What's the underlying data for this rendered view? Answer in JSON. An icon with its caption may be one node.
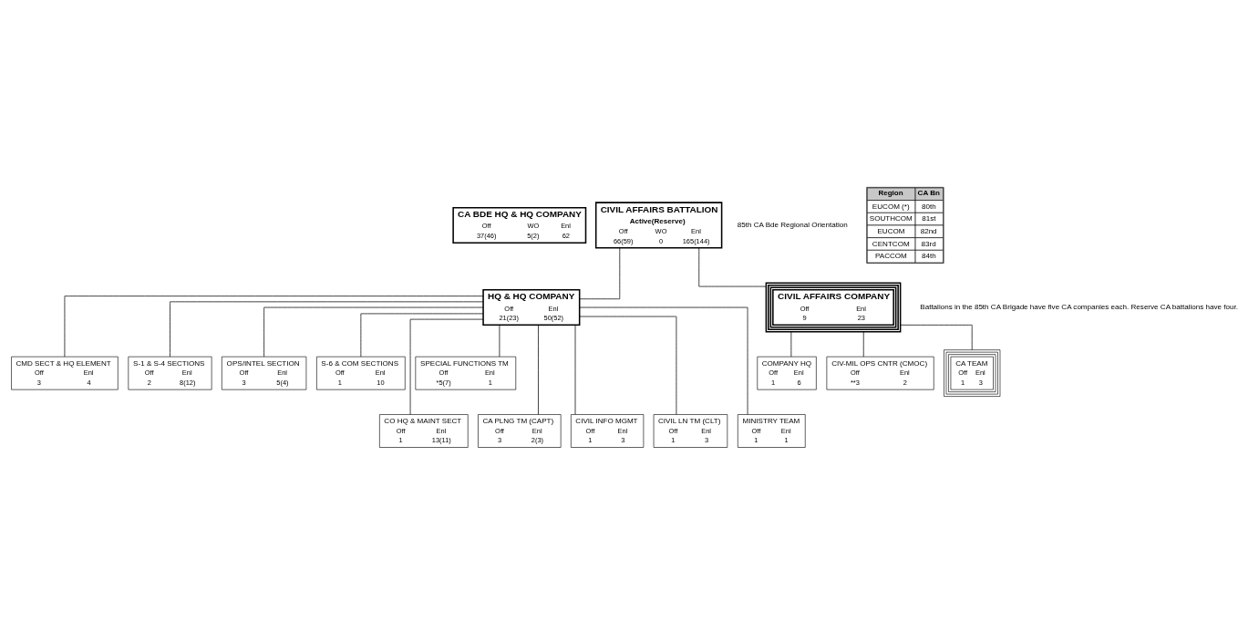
{
  "diagram": {
    "nodes": [
      {
        "text": [
          "CA BDE HQ & HQ COMPANY",
          "Off",
          "WO",
          "Enl",
          "37(46)",
          "5(2)",
          "62"
        ]
      },
      {
        "text": [
          "CIVIL AFFAIRS BATTALION",
          "Active(Reserve)",
          "Off",
          "WO",
          "Enl",
          "66(59)",
          "0",
          "165(144)"
        ]
      },
      {
        "text": [
          "HQ & HQ COMPANY",
          "Off",
          "Enl",
          "21(23)",
          "50(52)"
        ]
      },
      {
        "text": [
          "CIVIL AFFAIRS COMPANY",
          "Off",
          "Enl",
          "9",
          "23"
        ]
      },
      {
        "text": [
          "CMD SECT & HQ ELEMENT",
          "Off",
          "Enl",
          "3",
          "4"
        ]
      },
      {
        "text": [
          "S-1 & S-4 SECTIONS",
          "Off",
          "Enl",
          "2",
          "8(12)"
        ]
      },
      {
        "text": [
          "OPS/INTEL SECTION",
          "Off",
          "Enl",
          "3",
          "5(4)"
        ]
      },
      {
        "text": [
          "S-6 & COM SECTIONS",
          "Off",
          "Enl",
          "1",
          "10"
        ]
      },
      {
        "text": [
          "SPECIAL FUNCTIONS TM",
          "Off",
          "Enl",
          "*5(7)",
          "1"
        ]
      },
      {
        "text": [
          "CO HQ & MAINT SECT",
          "Off",
          "Enl",
          "1",
          "13(11)"
        ]
      },
      {
        "text": [
          "CA PLNG TM (CAPT)",
          "Off",
          "Enl",
          "3",
          "2(3)"
        ]
      },
      {
        "text": [
          "CIVIL INFO MGMT",
          "Off",
          "Enl",
          "1",
          "3"
        ]
      },
      {
        "text": [
          "CIVIL LN TM (CLT)",
          "Off",
          "Enl",
          "1",
          "3"
        ]
      },
      {
        "text": [
          "MINISTRY TEAM",
          "Off",
          "Enl",
          "1",
          "1"
        ]
      },
      {
        "text": [
          "COMPANY HQ",
          "Off",
          "Enl",
          "1",
          "6"
        ]
      },
      {
        "text": [
          "CIV-MIL OPS CNTR (CMOC)",
          "Off",
          "Enl",
          "**3",
          "2"
        ]
      },
      {
        "text": [
          "CA TEAM",
          "Off",
          "Enl",
          "1",
          "3"
        ]
      }
    ],
    "edges": [
      {
        "from": 1,
        "to": 2,
        "arrow": "none"
      },
      {
        "from": 1,
        "to": 3,
        "arrow": "none"
      },
      {
        "from": 2,
        "to": 4,
        "arrow": "none"
      },
      {
        "from": 2,
        "to": 5,
        "arrow": "none"
      },
      {
        "from": 2,
        "to": 6,
        "arrow": "none"
      },
      {
        "from": 2,
        "to": 7,
        "arrow": "none"
      },
      {
        "from": 2,
        "to": 8,
        "arrow": "none"
      },
      {
        "from": 2,
        "to": 9,
        "arrow": "none"
      },
      {
        "from": 2,
        "to": 10,
        "arrow": "none"
      },
      {
        "from": 2,
        "to": 11,
        "arrow": "none"
      },
      {
        "from": 2,
        "to": 12,
        "arrow": "none"
      },
      {
        "from": 2,
        "to": 13,
        "arrow": "none"
      },
      {
        "from": 3,
        "to": 14,
        "arrow": "none"
      },
      {
        "from": 3,
        "to": 15,
        "arrow": "none"
      },
      {
        "from": 3,
        "to": 16,
        "arrow": "none"
      }
    ],
    "labels": [
      "Battalions in the 85th CA Brigade have five CA companies each. Reserve CA battalions have four.",
      "85th CA Bde Regional Orientation",
      "Region",
      "CA Bn",
      "EUCOM (*)",
      "80th",
      "SOUTHCOM",
      "81st",
      "EUCOM",
      "82nd",
      "CENTCOM",
      "83rd",
      "PACCOM",
      "84th"
    ]
  }
}
